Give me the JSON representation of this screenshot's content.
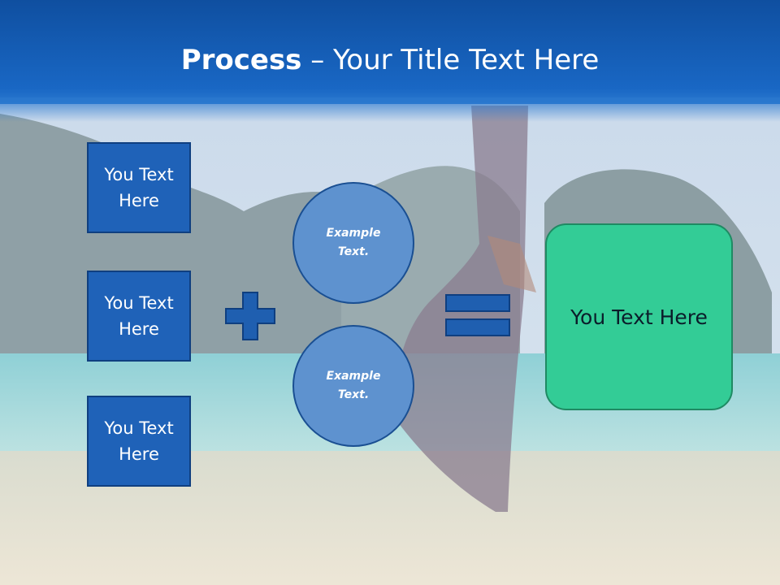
{
  "title": {
    "bold": "Process",
    "rest": " – Your Title Text Here"
  },
  "boxes": [
    {
      "label": "You Text Here"
    },
    {
      "label": "You Text Here"
    },
    {
      "label": "You Text Here"
    }
  ],
  "circles": [
    {
      "label": "Example Text."
    },
    {
      "label": "Example Text."
    }
  ],
  "result": {
    "label": "You Text Here"
  },
  "colors": {
    "header": "#1967c4",
    "box": "#1f62b8",
    "circle": "#5e92cf",
    "operator": "#1f5fb0",
    "result": "#33cc96"
  }
}
